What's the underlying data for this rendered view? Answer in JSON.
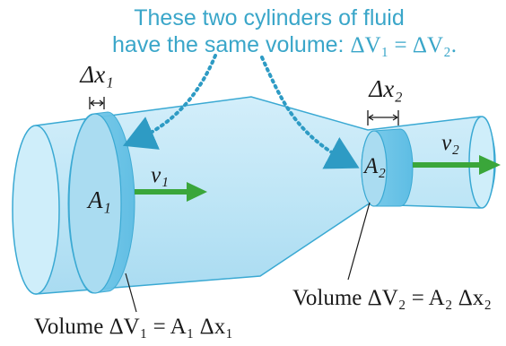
{
  "annotation": {
    "line1": "These two cylinders of fluid",
    "line2_prefix": "have the same volume: ",
    "line2_eq": "ΔV₁ = ΔV₂."
  },
  "labels": {
    "dx1": "Δx₁",
    "dx2": "Δx₂",
    "A1": "A₁",
    "A2": "A₂",
    "v1": "v₁",
    "v2": "v₂",
    "volume1": "Volume ΔV₁ = A₁ Δx₁",
    "volume2": "Volume ΔV₂ = A₂ Δx₂"
  },
  "colors": {
    "annotation_text": "#3aa6c9",
    "dotted_arrow": "#2e9bc4",
    "pipe_fill": "#bfe6f6",
    "pipe_stroke": "#3aa9d3",
    "band": "#6ec7ea",
    "velocity_arrow": "#3aa63a",
    "label_text": "#1a1a1a"
  }
}
